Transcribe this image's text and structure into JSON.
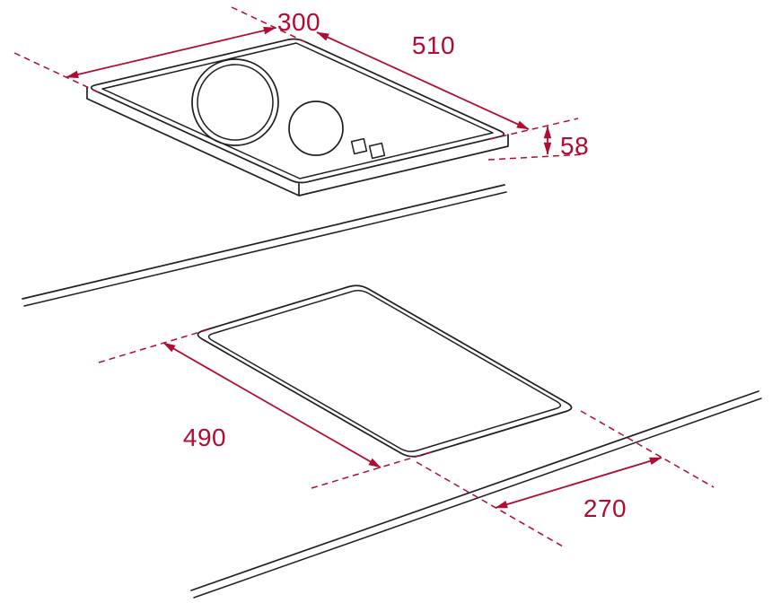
{
  "colors": {
    "ink": "#1f1f1f",
    "accent": "#b20b31",
    "bg": "#ffffff"
  },
  "dimensions": {
    "hob_width": {
      "label": "300"
    },
    "hob_depth": {
      "label": "510"
    },
    "hob_height": {
      "label": "58"
    },
    "cutout_depth": {
      "label": "490"
    },
    "cutout_width": {
      "label": "270"
    }
  }
}
